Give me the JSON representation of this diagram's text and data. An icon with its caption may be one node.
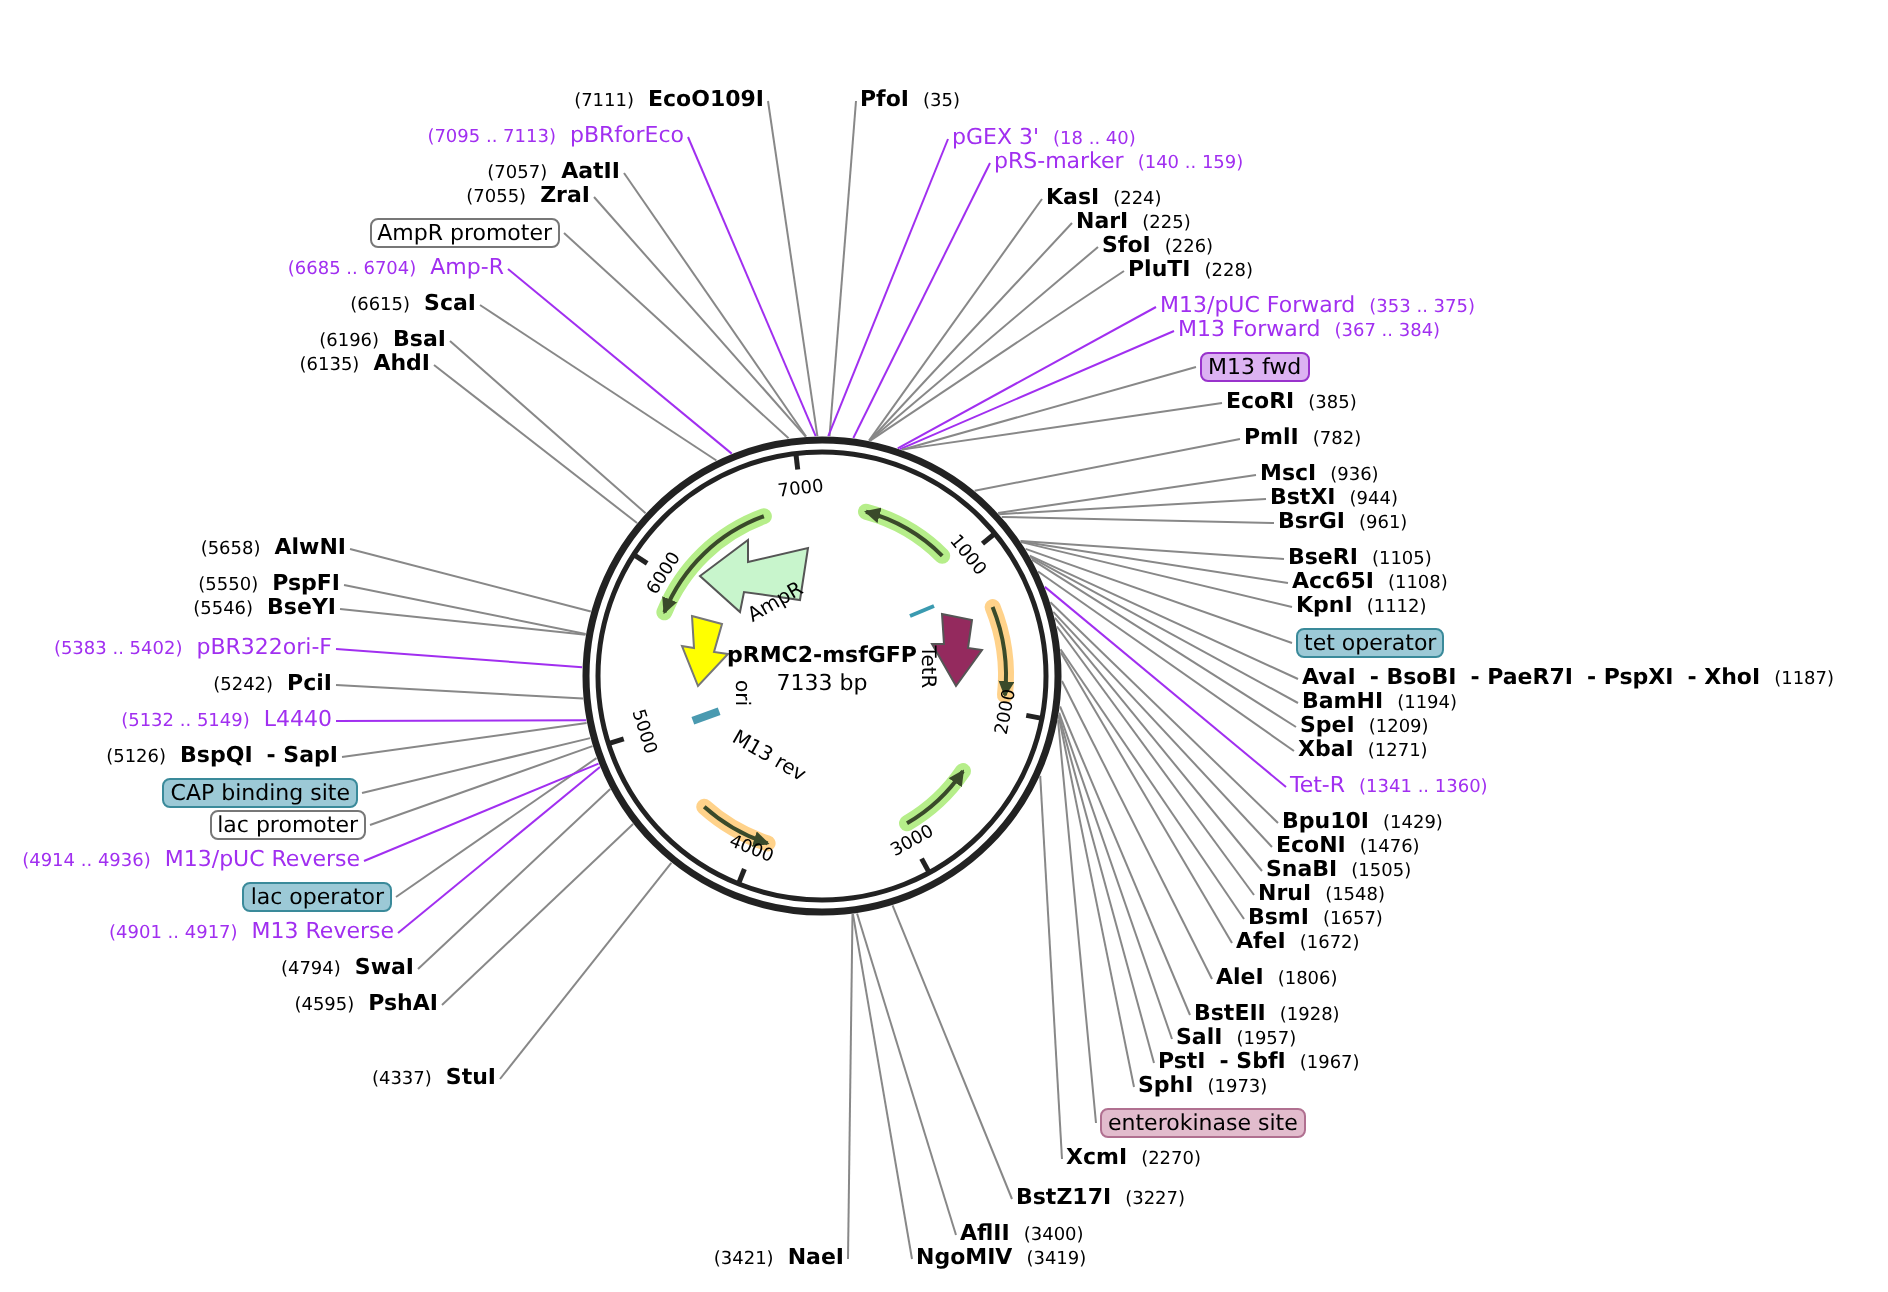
{
  "diagram": {
    "nodes": [
      {
        "text": [
          "(7111)",
          "EcoO109I"
        ]
      },
      {
        "text": [
          "(7095 .. 7113)",
          "pBRforEco"
        ]
      },
      {
        "text": [
          "PfoI",
          "(35)"
        ]
      },
      {
        "text": [
          "pGEX 3'",
          "(18 .. 40)"
        ]
      },
      {
        "text": [
          "pRS-marker",
          "(140 .. 159)"
        ]
      },
      {
        "text": [
          "(7057)",
          "AatII"
        ]
      },
      {
        "text": [
          "(7055)",
          "ZraI"
        ]
      },
      {
        "text": [
          "AmpR promoter"
        ]
      },
      {
        "text": [
          "(6685 .. 6704)",
          "Amp-R"
        ]
      },
      {
        "text": [
          "(6615)",
          "ScaI"
        ]
      },
      {
        "text": [
          "(6196)",
          "BsaI"
        ]
      },
      {
        "text": [
          "(6135)",
          "AhdI"
        ]
      },
      {
        "text": [
          "KasI",
          "(224)"
        ]
      },
      {
        "text": [
          "NarI",
          "(225)"
        ]
      },
      {
        "text": [
          "SfoI",
          "(226)"
        ]
      },
      {
        "text": [
          "PluTI",
          "(228)"
        ]
      },
      {
        "text": [
          "M13/pUC Forward",
          "(353 .. 375)"
        ]
      },
      {
        "text": [
          "M13 Forward",
          "(367 .. 384)"
        ]
      },
      {
        "text": [
          "M13 fwd"
        ]
      },
      {
        "text": [
          "EcoRI",
          "(385)"
        ]
      },
      {
        "text": [
          "PmlI",
          "(782)"
        ]
      },
      {
        "text": [
          "MscI",
          "(936)"
        ]
      },
      {
        "text": [
          "BstXI",
          "(944)"
        ]
      },
      {
        "text": [
          "BsrGI",
          "(961)"
        ]
      },
      {
        "text": [
          "BseRI",
          "(1105)"
        ]
      },
      {
        "text": [
          "Acc65I",
          "(1108)"
        ]
      },
      {
        "text": [
          "KpnI",
          "(1112)"
        ]
      },
      {
        "text": [
          "tet operator"
        ]
      },
      {
        "text": [
          "AvaI",
          "- BsoBI",
          "- PaeR7I",
          "- PspXI",
          "- XhoI",
          "(1187)"
        ]
      },
      {
        "text": [
          "BamHI",
          "(1194)"
        ]
      },
      {
        "text": [
          "SpeI",
          "(1209)"
        ]
      },
      {
        "text": [
          "XbaI",
          "(1271)"
        ]
      },
      {
        "text": [
          "Tet-R",
          "(1341 .. 1360)"
        ]
      },
      {
        "text": [
          "Bpu10I",
          "(1429)"
        ]
      },
      {
        "text": [
          "EcoNI",
          "(1476)"
        ]
      },
      {
        "text": [
          "SnaBI",
          "(1505)"
        ]
      },
      {
        "text": [
          "NruI",
          "(1548)"
        ]
      },
      {
        "text": [
          "BsmI",
          "(1657)"
        ]
      },
      {
        "text": [
          "AfeI",
          "(1672)"
        ]
      },
      {
        "text": [
          "AleI",
          "(1806)"
        ]
      },
      {
        "text": [
          "BstEII",
          "(1928)"
        ]
      },
      {
        "text": [
          "SalI",
          "(1957)"
        ]
      },
      {
        "text": [
          "PstI",
          "- SbfI",
          "(1967)"
        ]
      },
      {
        "text": [
          "SphI",
          "(1973)"
        ]
      },
      {
        "text": [
          "enterokinase site"
        ]
      },
      {
        "text": [
          "XcmI",
          "(2270)"
        ]
      },
      {
        "text": [
          "BstZ17I",
          "(3227)"
        ]
      },
      {
        "text": [
          "AflII",
          "(3400)"
        ]
      },
      {
        "text": [
          "NgoMIV",
          "(3419)"
        ]
      },
      {
        "text": [
          "(3421)",
          "NaeI"
        ]
      },
      {
        "text": [
          "(4337)",
          "StuI"
        ]
      },
      {
        "text": [
          "(4595)",
          "PshAI"
        ]
      },
      {
        "text": [
          "(4794)",
          "SwaI"
        ]
      },
      {
        "text": [
          "(4901 .. 4917)",
          "M13 Reverse"
        ]
      },
      {
        "text": [
          "lac operator"
        ]
      },
      {
        "text": [
          "(4914 .. 4936)",
          "M13/pUC Reverse"
        ]
      },
      {
        "text": [
          "lac promoter"
        ]
      },
      {
        "text": [
          "CAP binding site"
        ]
      },
      {
        "text": [
          "(5126)",
          "BspQI",
          "- SapI"
        ]
      },
      {
        "text": [
          "(5132 .. 5149)",
          "L4440"
        ]
      },
      {
        "text": [
          "(5242)",
          "PciI"
        ]
      },
      {
        "text": [
          "(5383 .. 5402)",
          "pBR322ori-F"
        ]
      },
      {
        "text": [
          "(5546)",
          "BseYI"
        ]
      },
      {
        "text": [
          "(5550)",
          "PspFI"
        ]
      },
      {
        "text": [
          "(5658)",
          "AlwNI"
        ]
      },
      {
        "text": [],
        "shape": "circle"
      }
    ],
    "edges": [
      {
        "from": 0,
        "to": 65,
        "arrow": "none"
      },
      {
        "from": 1,
        "to": 65,
        "arrow": "none",
        "color": "#a12ff0"
      },
      {
        "from": 2,
        "to": 65,
        "arrow": "none"
      },
      {
        "from": 3,
        "to": 65,
        "arrow": "none",
        "color": "#a12ff0"
      },
      {
        "from": 4,
        "to": 65,
        "arrow": "none",
        "color": "#a12ff0"
      },
      {
        "from": 5,
        "to": 65,
        "arrow": "none"
      },
      {
        "from": 6,
        "to": 65,
        "arrow": "none"
      },
      {
        "from": 7,
        "to": 65,
        "arrow": "none"
      },
      {
        "from": 8,
        "to": 65,
        "arrow": "none",
        "color": "#a12ff0"
      },
      {
        "from": 9,
        "to": 65,
        "arrow": "none"
      },
      {
        "from": 10,
        "to": 65,
        "arrow": "none"
      },
      {
        "from": 11,
        "to": 65,
        "arrow": "none"
      },
      {
        "from": 12,
        "to": 65,
        "arrow": "none"
      },
      {
        "from": 13,
        "to": 65,
        "arrow": "none"
      },
      {
        "from": 14,
        "to": 65,
        "arrow": "none"
      },
      {
        "from": 15,
        "to": 65,
        "arrow": "none"
      },
      {
        "from": 16,
        "to": 65,
        "arrow": "none",
        "color": "#a12ff0"
      },
      {
        "from": 17,
        "to": 65,
        "arrow": "none",
        "color": "#a12ff0"
      },
      {
        "from": 18,
        "to": 65,
        "arrow": "none"
      },
      {
        "from": 19,
        "to": 65,
        "arrow": "none"
      },
      {
        "from": 20,
        "to": 65,
        "arrow": "none"
      },
      {
        "from": 21,
        "to": 65,
        "arrow": "none"
      },
      {
        "from": 22,
        "to": 65,
        "arrow": "none"
      },
      {
        "from": 23,
        "to": 65,
        "arrow": "none"
      },
      {
        "from": 24,
        "to": 65,
        "arrow": "none"
      },
      {
        "from": 25,
        "to": 65,
        "arrow": "none"
      },
      {
        "from": 26,
        "to": 65,
        "arrow": "none"
      },
      {
        "from": 27,
        "to": 65,
        "arrow": "none"
      },
      {
        "from": 28,
        "to": 65,
        "arrow": "none"
      },
      {
        "from": 29,
        "to": 65,
        "arrow": "none"
      },
      {
        "from": 30,
        "to": 65,
        "arrow": "none"
      },
      {
        "from": 31,
        "to": 65,
        "arrow": "none"
      },
      {
        "from": 32,
        "to": 65,
        "arrow": "none",
        "color": "#a12ff0"
      },
      {
        "from": 33,
        "to": 65,
        "arrow": "none"
      },
      {
        "from": 34,
        "to": 65,
        "arrow": "none"
      },
      {
        "from": 35,
        "to": 65,
        "arrow": "none"
      },
      {
        "from": 36,
        "to": 65,
        "arrow": "none"
      },
      {
        "from": 37,
        "to": 65,
        "arrow": "none"
      },
      {
        "from": 38,
        "to": 65,
        "arrow": "none"
      },
      {
        "from": 39,
        "to": 65,
        "arrow": "none"
      },
      {
        "from": 40,
        "to": 65,
        "arrow": "none"
      },
      {
        "from": 41,
        "to": 65,
        "arrow": "none"
      },
      {
        "from": 42,
        "to": 65,
        "arrow": "none"
      },
      {
        "from": 43,
        "to": 65,
        "arrow": "none"
      },
      {
        "from": 44,
        "to": 65,
        "arrow": "none"
      },
      {
        "from": 45,
        "to": 65,
        "arrow": "none"
      },
      {
        "from": 46,
        "to": 65,
        "arrow": "none"
      },
      {
        "from": 47,
        "to": 65,
        "arrow": "none"
      },
      {
        "from": 48,
        "to": 65,
        "arrow": "none"
      },
      {
        "from": 49,
        "to": 65,
        "arrow": "none"
      },
      {
        "from": 50,
        "to": 65,
        "arrow": "none"
      },
      {
        "from": 51,
        "to": 65,
        "arrow": "none"
      },
      {
        "from": 52,
        "to": 65,
        "arrow": "none"
      },
      {
        "from": 53,
        "to": 65,
        "arrow": "none",
        "color": "#a12ff0"
      },
      {
        "from": 54,
        "to": 65,
        "arrow": "none"
      },
      {
        "from": 55,
        "to": 65,
        "arrow": "none",
        "color": "#a12ff0"
      },
      {
        "from": 56,
        "to": 65,
        "arrow": "none"
      },
      {
        "from": 57,
        "to": 65,
        "arrow": "none"
      },
      {
        "from": 58,
        "to": 65,
        "arrow": "none"
      },
      {
        "from": 59,
        "to": 65,
        "arrow": "none",
        "color": "#a12ff0"
      },
      {
        "from": 60,
        "to": 65,
        "arrow": "none"
      },
      {
        "from": 61,
        "to": 65,
        "arrow": "none",
        "color": "#a12ff0"
      },
      {
        "from": 62,
        "to": 65,
        "arrow": "none"
      },
      {
        "from": 63,
        "to": 65,
        "arrow": "none"
      },
      {
        "from": 64,
        "to": 65,
        "arrow": "none"
      }
    ],
    "labels": [
      "pRMC2-msfGFP",
      "7133 bp",
      "1000",
      "2000",
      "3000",
      "4000",
      "5000",
      "6000",
      "7000",
      "AmpR",
      "ori",
      "TetR",
      "M13 rev"
    ]
  }
}
